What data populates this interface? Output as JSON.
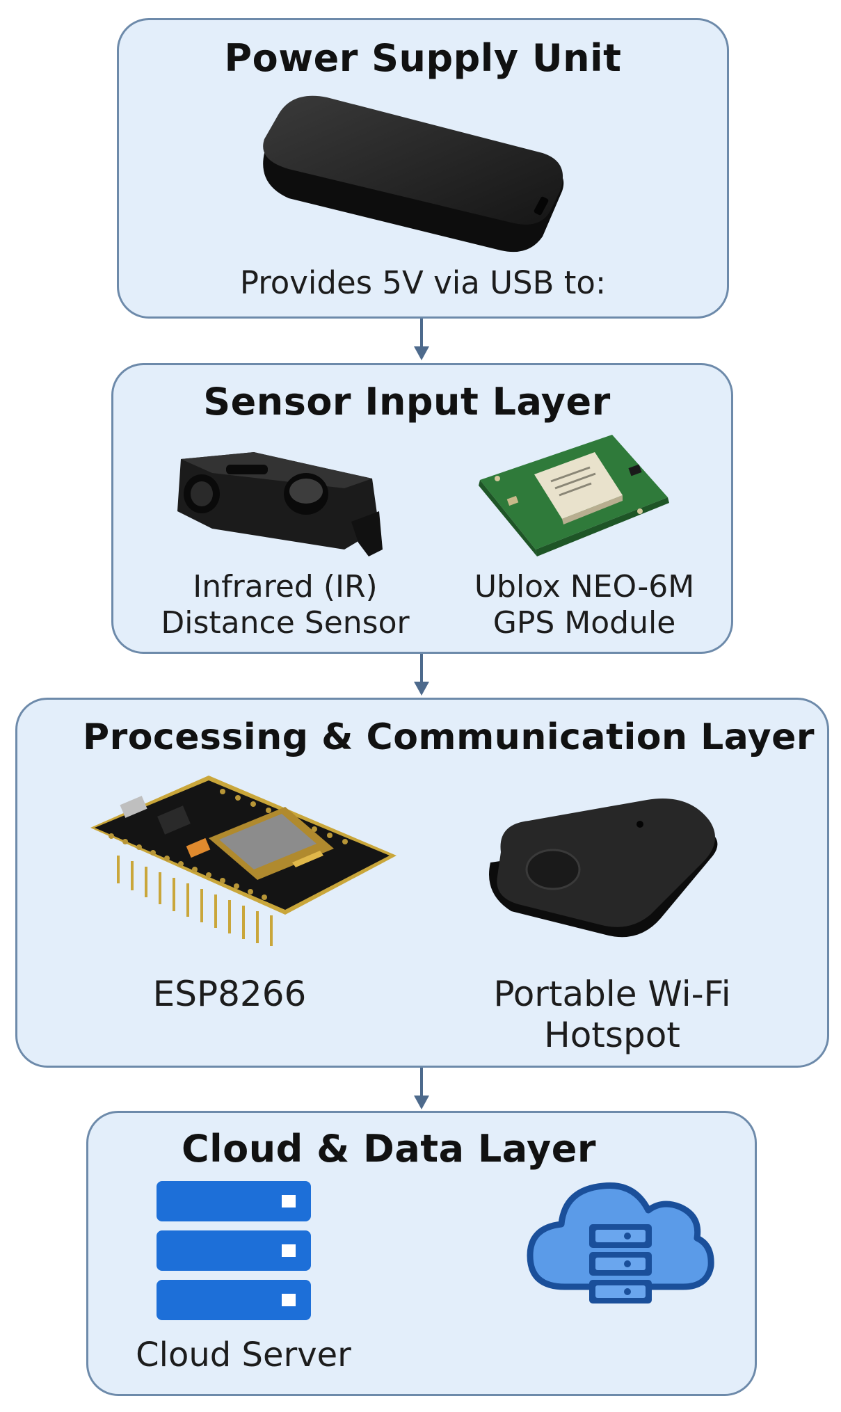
{
  "layers": {
    "power": {
      "title": "Power Supply Unit",
      "caption": "Provides 5V via USB to:",
      "icon": "power-bank-icon"
    },
    "sensor": {
      "title": "Sensor Input Layer",
      "ir": {
        "line1": "Infrared (IR)",
        "line2": "Distance Sensor",
        "icon": "ir-sensor-icon"
      },
      "gps": {
        "line1": "Ublox NEO-6M",
        "line2": "GPS Module",
        "icon": "gps-module-icon"
      }
    },
    "processing": {
      "title": "Processing & Communication Layer",
      "esp": {
        "label": "ESP8266",
        "icon": "esp8266-board-icon"
      },
      "hotspot": {
        "line1": "Portable Wi-Fi",
        "line2": "Hotspot",
        "icon": "wifi-hotspot-icon"
      }
    },
    "cloud": {
      "title": "Cloud & Data Layer",
      "server": {
        "label": "Cloud Server",
        "icon": "server-stack-icon"
      },
      "cloud_icon": "cloud-database-icon"
    }
  },
  "colors": {
    "box_fill": "#e3eefa",
    "box_border": "#6d8aaa",
    "arrow": "#4d6a8c",
    "server_blue": "#1d6fd8",
    "cloud_blue": "#5b9be8",
    "cloud_outline": "#1a4f9a"
  }
}
